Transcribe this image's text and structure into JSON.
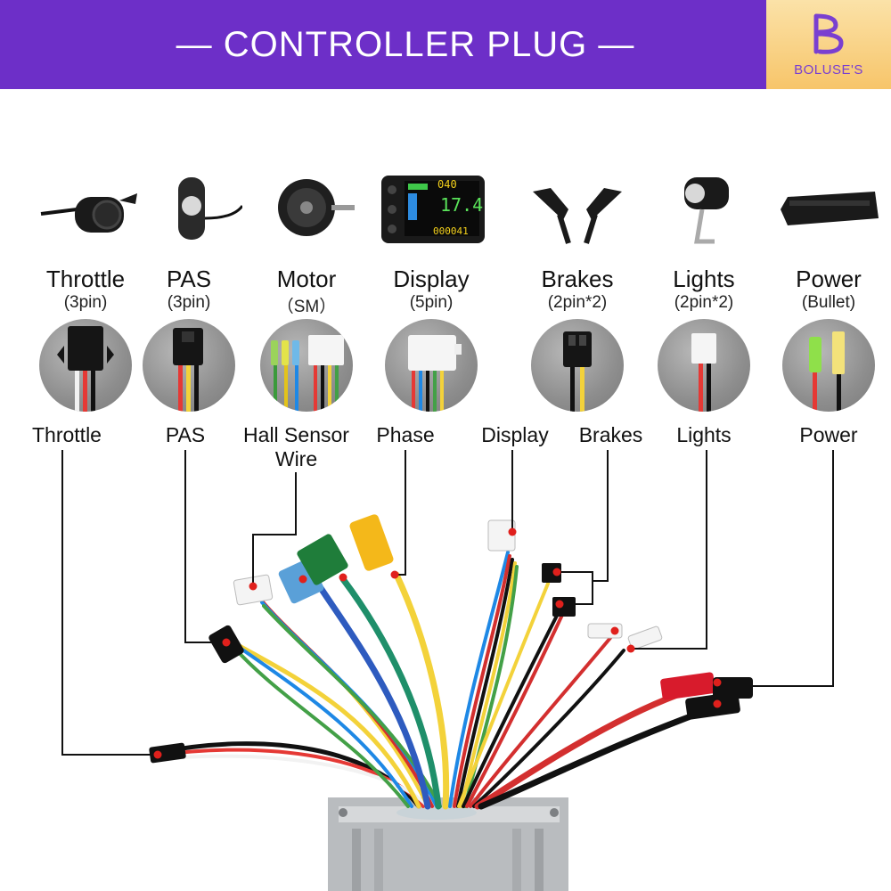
{
  "banner": {
    "title": "— CONTROLLER  PLUG —",
    "brand": "BOLUSE'S",
    "colors": {
      "banner": "#6d2fc8",
      "logo_bg": "#f7c56a"
    }
  },
  "components": [
    {
      "name": "Throttle",
      "spec": "(3pin)",
      "icon": "throttle-icon"
    },
    {
      "name": "PAS",
      "spec": "(3pin)",
      "icon": "pas-sensor-icon"
    },
    {
      "name": "Motor",
      "spec": "（SM）",
      "icon": "hub-motor-icon"
    },
    {
      "name": "Display",
      "spec": "(5pin)",
      "icon": "lcd-display-icon"
    },
    {
      "name": "Brakes",
      "spec": "(2pin*2)",
      "icon": "brake-levers-icon"
    },
    {
      "name": "Lights",
      "spec": "(2pin*2)",
      "icon": "headlight-icon"
    },
    {
      "name": "Power",
      "spec": "(Bullet)",
      "icon": "battery-icon"
    }
  ],
  "display_screen": {
    "speed_top": "040",
    "speed_main": "17.4",
    "odometer": "000041"
  },
  "wire_labels": {
    "throttle": "Throttle",
    "pas": "PAS",
    "hall": "Hall Sensor\nWire",
    "phase": "Phase",
    "display": "Display",
    "brakes": "Brakes",
    "lights": "Lights",
    "power": "Power"
  }
}
